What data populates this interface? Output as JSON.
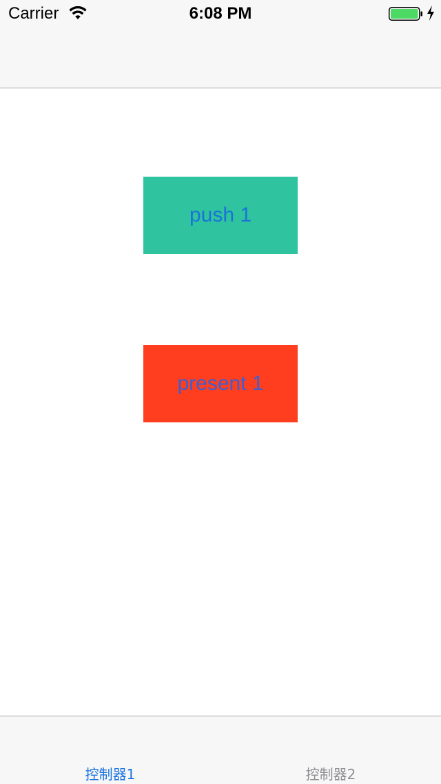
{
  "status_bar": {
    "carrier": "Carrier",
    "time": "6:08 PM",
    "wifi_icon": "wifi-icon",
    "battery_icon": "battery-icon",
    "charging_icon": "charging-bolt-icon",
    "battery_level": 1.0,
    "battery_color": "#4cd964"
  },
  "main": {
    "push_button": {
      "label": "push 1",
      "background": "#2fc39f",
      "text_color": "#1b73d8"
    },
    "present_button": {
      "label": "present 1",
      "background": "#fe3e1f",
      "text_color": "#3d5fd0"
    }
  },
  "tab_bar": {
    "tabs": [
      {
        "label": "控制器1",
        "selected": true,
        "color": "#1a73e0"
      },
      {
        "label": "控制器2",
        "selected": false,
        "color": "#8e8e93"
      }
    ]
  }
}
